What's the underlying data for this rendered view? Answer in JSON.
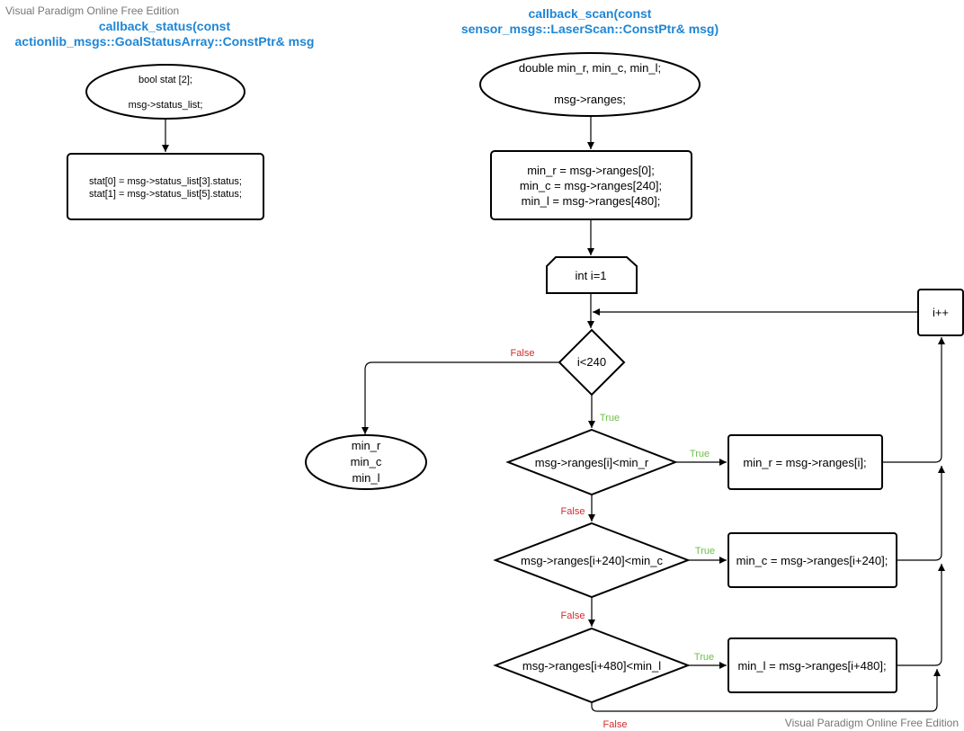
{
  "watermark": {
    "top": "Visual Paradigm Online Free Edition",
    "bottom": "Visual Paradigm Online Free Edition"
  },
  "left_flow": {
    "title_line1": "callback_status(const",
    "title_line2": "actionlib_msgs::GoalStatusArray::ConstPtr& msg",
    "start_line1": "bool stat [2];",
    "start_line2": "msg->status_list;",
    "process_line1": "stat[0] = msg->status_list[3].status;",
    "process_line2": "stat[1] = msg->status_list[5].status;"
  },
  "right_flow": {
    "title_line1": "callback_scan(const",
    "title_line2": "sensor_msgs::LaserScan::ConstPtr& msg)",
    "start_line1": "double min_r, min_c, min_l;",
    "start_line2": "msg->ranges;",
    "init_line1": "min_r = msg->ranges[0];",
    "init_line2": "min_c = msg->ranges[240];",
    "init_line3": "min_l = msg->ranges[480];",
    "loop_init": "int i=1",
    "loop_cond": "i<240",
    "increment": "i++",
    "end_line1": "min_r",
    "end_line2": "min_c",
    "end_line3": "min_l",
    "cond_r": "msg->ranges[i]<min_r",
    "cond_c": "msg->ranges[i+240]<min_c",
    "cond_l": "msg->ranges[i+480]<min_l",
    "assign_r": "min_r = msg->ranges[i];",
    "assign_c": "min_c = msg->ranges[i+240];",
    "assign_l": "min_l = msg->ranges[i+480];"
  },
  "edge_labels": {
    "loop_false": "False",
    "loop_true": "True",
    "r_true": "True",
    "r_false": "False",
    "c_true": "True",
    "c_false": "False",
    "l_true": "True",
    "l_false": "False"
  },
  "colors": {
    "title": "#1e86d6",
    "true_label": "#6cc04a",
    "false_label": "#d42a2a",
    "watermark": "#777777"
  }
}
